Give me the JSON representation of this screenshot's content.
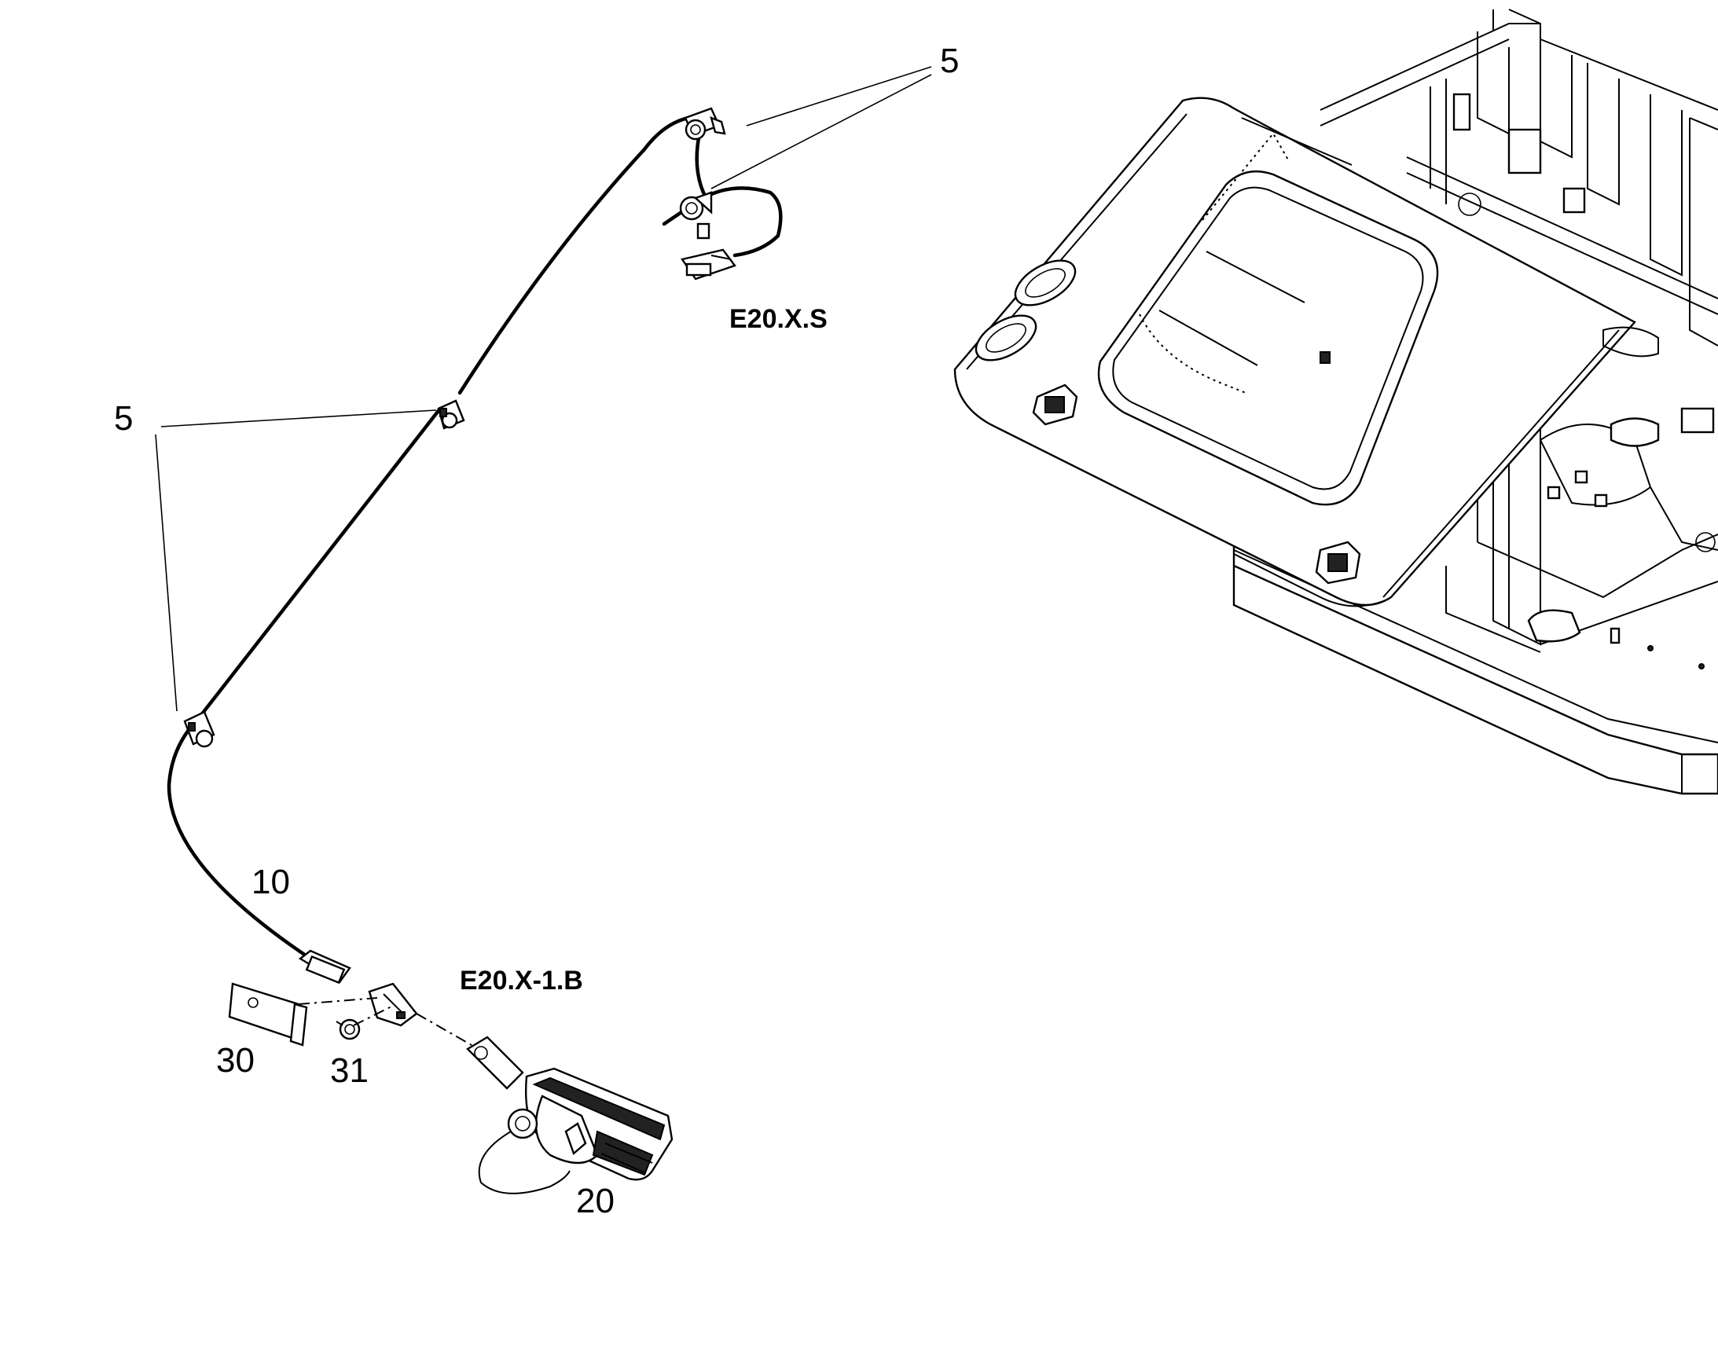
{
  "callouts": {
    "clip_top": "5",
    "clip_left": "5",
    "harness": "10",
    "light": "20",
    "bracket": "30",
    "screw": "31"
  },
  "references": {
    "switch_ref": "E20.X.S",
    "light_ref": "E20.X-1.B"
  },
  "colors": {
    "ink": "#000000",
    "background": "#ffffff"
  }
}
